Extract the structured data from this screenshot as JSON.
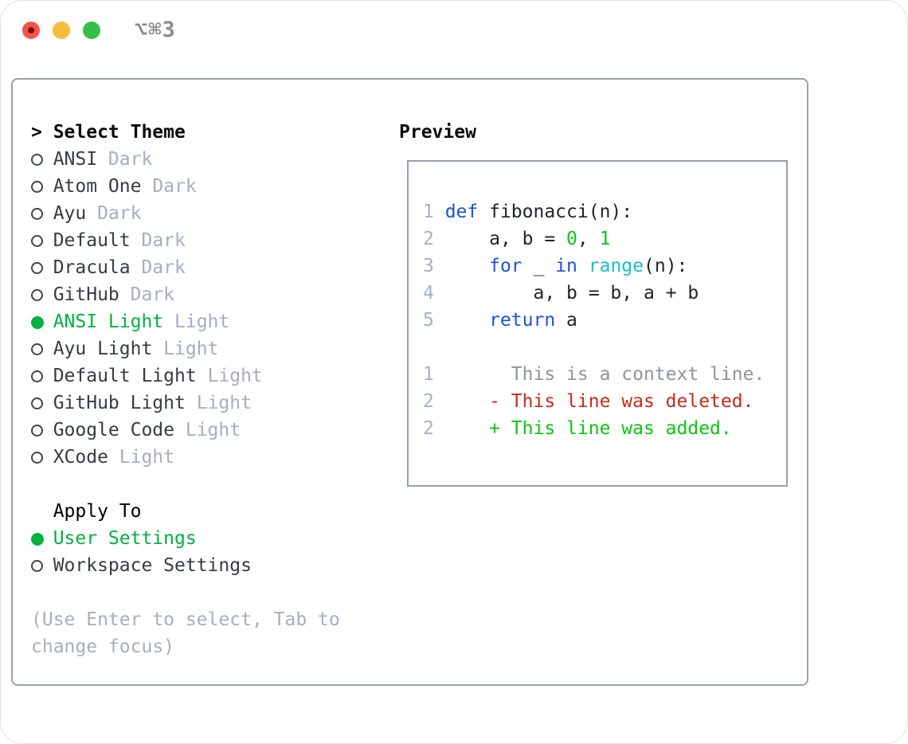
{
  "window": {
    "title": "⌥⌘3"
  },
  "theme_selector": {
    "heading_prefix": ">",
    "heading": "Select Theme",
    "items": [
      {
        "name": "ANSI",
        "variant": "Dark",
        "selected": false
      },
      {
        "name": "Atom One",
        "variant": "Dark",
        "selected": false
      },
      {
        "name": "Ayu",
        "variant": "Dark",
        "selected": false
      },
      {
        "name": "Default",
        "variant": "Dark",
        "selected": false
      },
      {
        "name": "Dracula",
        "variant": "Dark",
        "selected": false
      },
      {
        "name": "GitHub",
        "variant": "Dark",
        "selected": false
      },
      {
        "name": "ANSI Light",
        "variant": "Light",
        "selected": true
      },
      {
        "name": "Ayu Light",
        "variant": "Light",
        "selected": false
      },
      {
        "name": "Default Light",
        "variant": "Light",
        "selected": false
      },
      {
        "name": "GitHub Light",
        "variant": "Light",
        "selected": false
      },
      {
        "name": "Google Code",
        "variant": "Light",
        "selected": false
      },
      {
        "name": "XCode",
        "variant": "Light",
        "selected": false
      }
    ]
  },
  "apply_to": {
    "heading": "Apply To",
    "items": [
      {
        "label": "User Settings",
        "selected": true
      },
      {
        "label": "Workspace Settings",
        "selected": false
      }
    ]
  },
  "help_text": [
    "(Use Enter to select, Tab to",
    "change focus)"
  ],
  "preview": {
    "heading": "Preview",
    "code_lines": [
      {
        "num": "1",
        "tokens": [
          {
            "text": "def",
            "type": "keyword"
          },
          {
            "text": " fibonacci(n):",
            "type": "plain"
          }
        ]
      },
      {
        "num": "2",
        "tokens": [
          {
            "text": "    a, b = ",
            "type": "plain"
          },
          {
            "text": "0",
            "type": "number"
          },
          {
            "text": ", ",
            "type": "plain"
          },
          {
            "text": "1",
            "type": "number"
          }
        ]
      },
      {
        "num": "3",
        "tokens": [
          {
            "text": "    ",
            "type": "plain"
          },
          {
            "text": "for",
            "type": "keyword"
          },
          {
            "text": " _ ",
            "type": "plain"
          },
          {
            "text": "in",
            "type": "keyword"
          },
          {
            "text": " ",
            "type": "plain"
          },
          {
            "text": "range",
            "type": "builtin"
          },
          {
            "text": "(n):",
            "type": "plain"
          }
        ]
      },
      {
        "num": "4",
        "tokens": [
          {
            "text": "        a, b = b, a + b",
            "type": "plain"
          }
        ]
      },
      {
        "num": "5",
        "tokens": [
          {
            "text": "    ",
            "type": "plain"
          },
          {
            "text": "return",
            "type": "keyword"
          },
          {
            "text": " a",
            "type": "plain"
          }
        ]
      }
    ],
    "diff_lines": [
      {
        "num": "1",
        "text": "      This is a context line.",
        "type": "context"
      },
      {
        "num": "2",
        "text": "    - This line was deleted.",
        "type": "deleted"
      },
      {
        "num": "2",
        "text": "    + This line was added.",
        "type": "added"
      }
    ]
  },
  "colors": {
    "ui_green": "#00b140",
    "code_blue": "#1d52d4",
    "code_cyan": "#13c2c9",
    "code_green": "#0bc414",
    "diff_red": "#cb2917",
    "diff_green": "#09c70e",
    "muted": "#a6afbc",
    "panel_border": "#97a0ac",
    "traffic_red": "#f4564c",
    "traffic_yellow": "#f8bd3c",
    "traffic_green": "#33c048"
  }
}
